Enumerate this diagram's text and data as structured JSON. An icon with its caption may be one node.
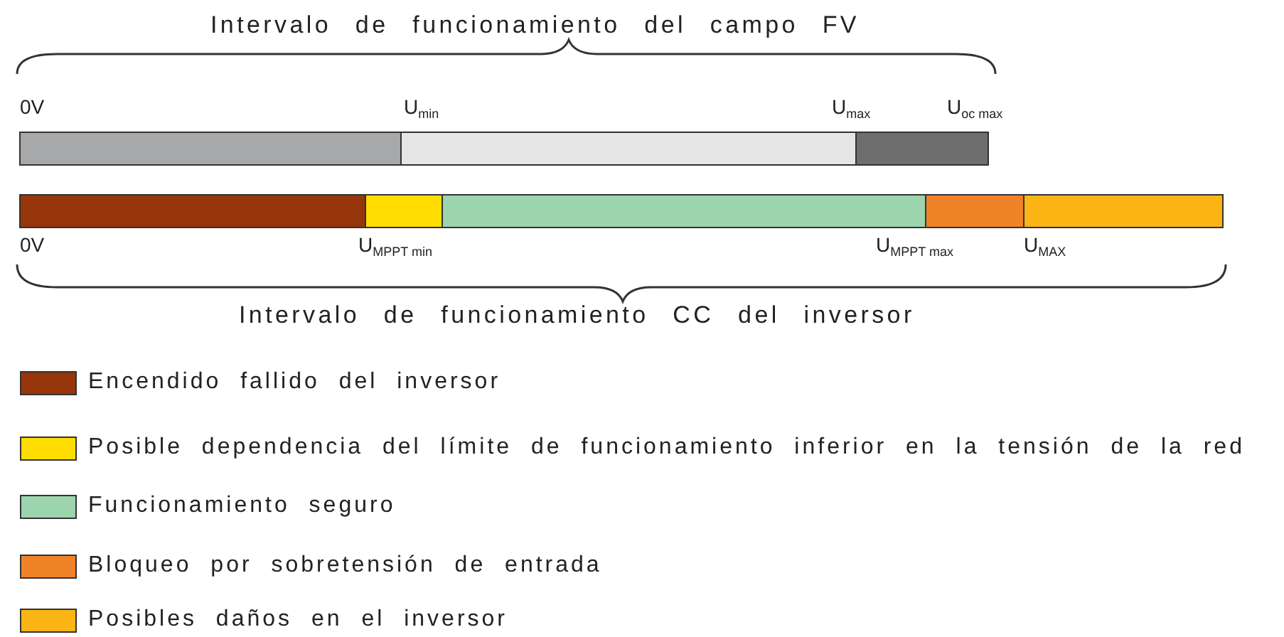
{
  "diagram": {
    "labels": [
      "Intervalo de funcionamiento del campo FV",
      "0V",
      "U$_{min}$",
      "U$_{max}$",
      "U$_{oc max}$",
      "0V",
      "U$_{MPPT min}$",
      "U$_{MPPT max}$",
      "U$_{MAX}$",
      "Intervalo de funcionamiento CC del inversor"
    ],
    "legend": [
      {
        "text": "Encendido fallido del inversor",
        "color": "#97350b"
      },
      {
        "text": "Posible dependencia del límite de funcionamiento inferior en la tensión de la red",
        "color": "#ffdd00"
      },
      {
        "text": "Funcionamiento seguro",
        "color": "#9cd4ae"
      },
      {
        "text": "Bloqueo por sobretensión de entrada",
        "color": "#f08228"
      },
      {
        "text": "Posibles daños en el inversor",
        "color": "#fdb515"
      }
    ]
  }
}
